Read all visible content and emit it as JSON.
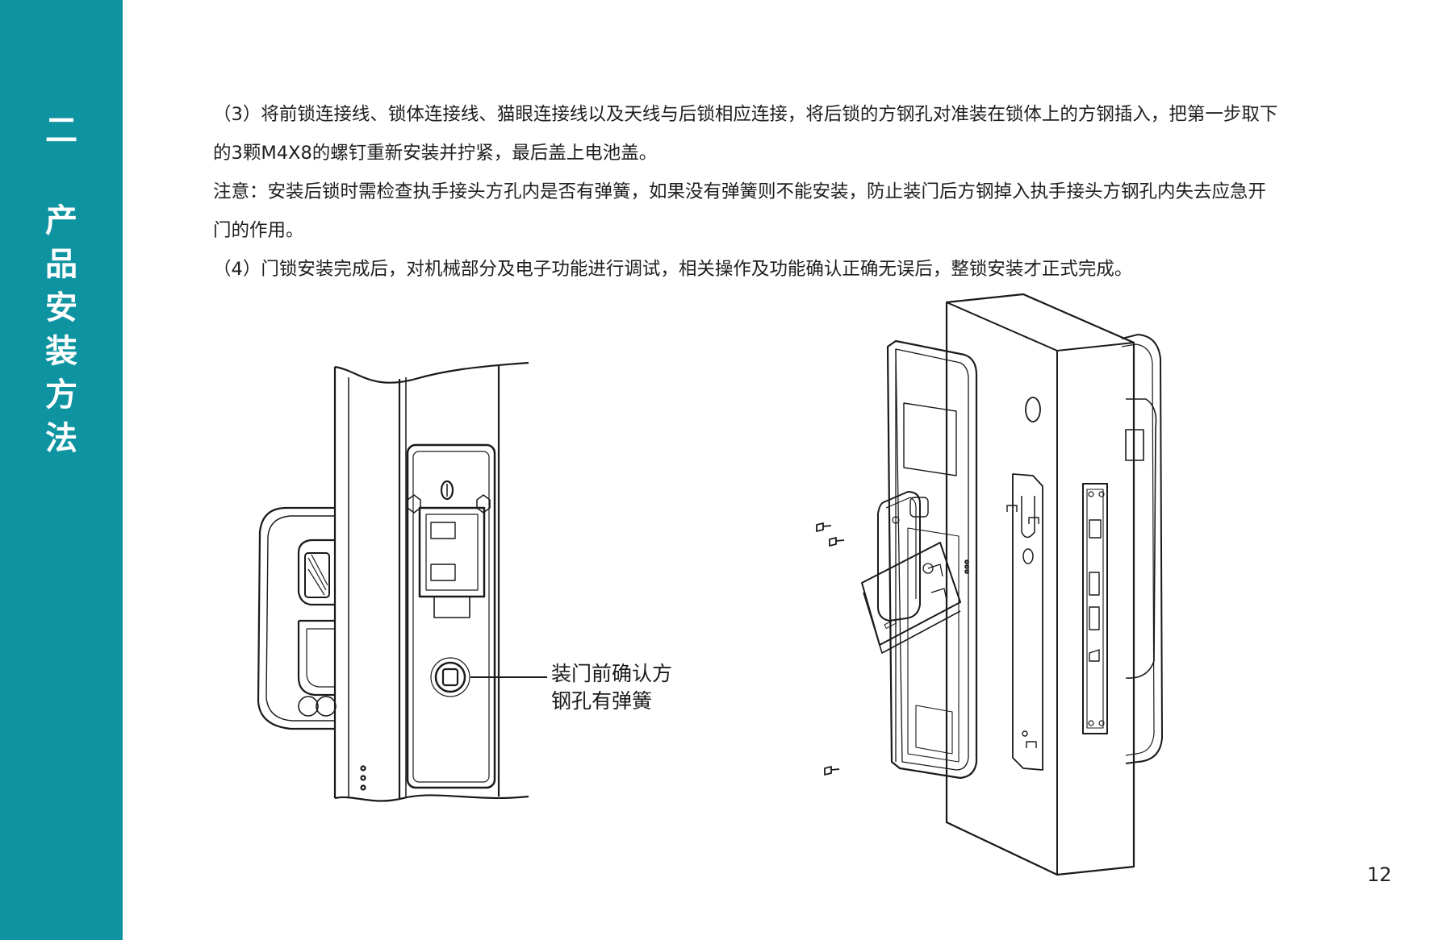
{
  "sidebar": {
    "chapter_number": "二",
    "chapter_title_chars": [
      "产",
      "品",
      "安",
      "装",
      "方",
      "法"
    ]
  },
  "content": {
    "step3_line1": "（3）将前锁连接线、锁体连接线、猫眼连接线以及天线与后锁相应连接，将后锁的方钢孔对准装在锁体上的方钢插入，把第一步取下",
    "step3_line2": "的3颗M4X8的螺钉重新安装并拧紧，最后盖上电池盖。",
    "note_line1": "注意：安装后锁时需检查执手接头方孔内是否有弹簧，如果没有弹簧则不能安装，防止装门后方钢掉入执手接头方钢孔内失去应急开",
    "note_line2": "门的作用。",
    "step4": "（4）门锁安装完成后，对机械部分及电子功能进行调试，相关操作及功能确认正确无误后，整锁安装才正式完成。"
  },
  "figure1": {
    "callout_line1": "装门前确认方",
    "callout_line2": "钢孔有弹簧"
  },
  "page_number": "12",
  "colors": {
    "sidebar": "#0e94a0",
    "line": "#1a1a1a"
  }
}
